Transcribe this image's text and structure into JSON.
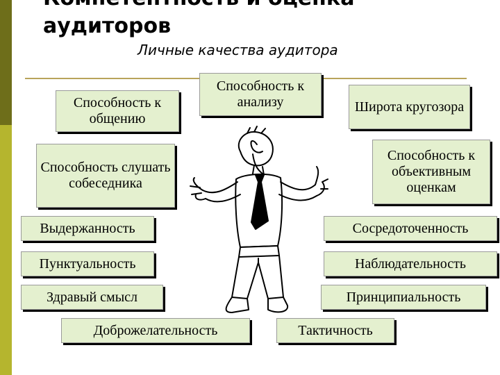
{
  "slide": {
    "title": "Компетентность и оценка аудиторов",
    "subtitle": "Личные качества аудитора"
  },
  "qualities": {
    "communication": "Способность к общению",
    "analysis": "Способность к анализу",
    "outlook": "Широта кругозора",
    "listening": "Способность слушать собеседника",
    "objective": "Способность к объективным оценкам",
    "composure": "Выдержанность",
    "concentration": "Сосредоточенность",
    "punctuality": "Пунктуальность",
    "observation": "Наблюдательность",
    "common_sense": "Здравый смысл",
    "principle": "Принципиальность",
    "benevolence": "Доброжелательность",
    "tact": "Тактичность"
  },
  "colors": {
    "box_fill": "#e4f0cf",
    "strip_dark": "#6e6e1a",
    "strip_light": "#b5b52e",
    "rule": "#b8a45a"
  },
  "illustration": {
    "icon": "thinking-man-icon"
  }
}
